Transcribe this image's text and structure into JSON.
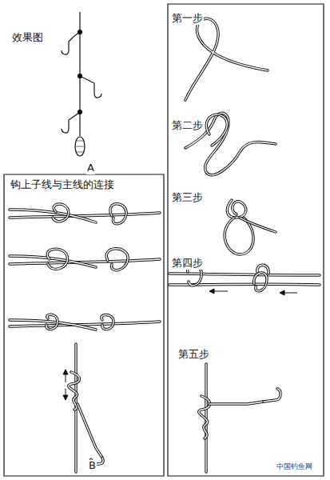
{
  "diagram": {
    "labels": [
      "效果图",
      "A",
      "钩上子线与主线的连接",
      "B",
      "第一步",
      "第二步",
      "第三步",
      "第四步",
      "第五步",
      "中国钓鱼网"
    ]
  }
}
